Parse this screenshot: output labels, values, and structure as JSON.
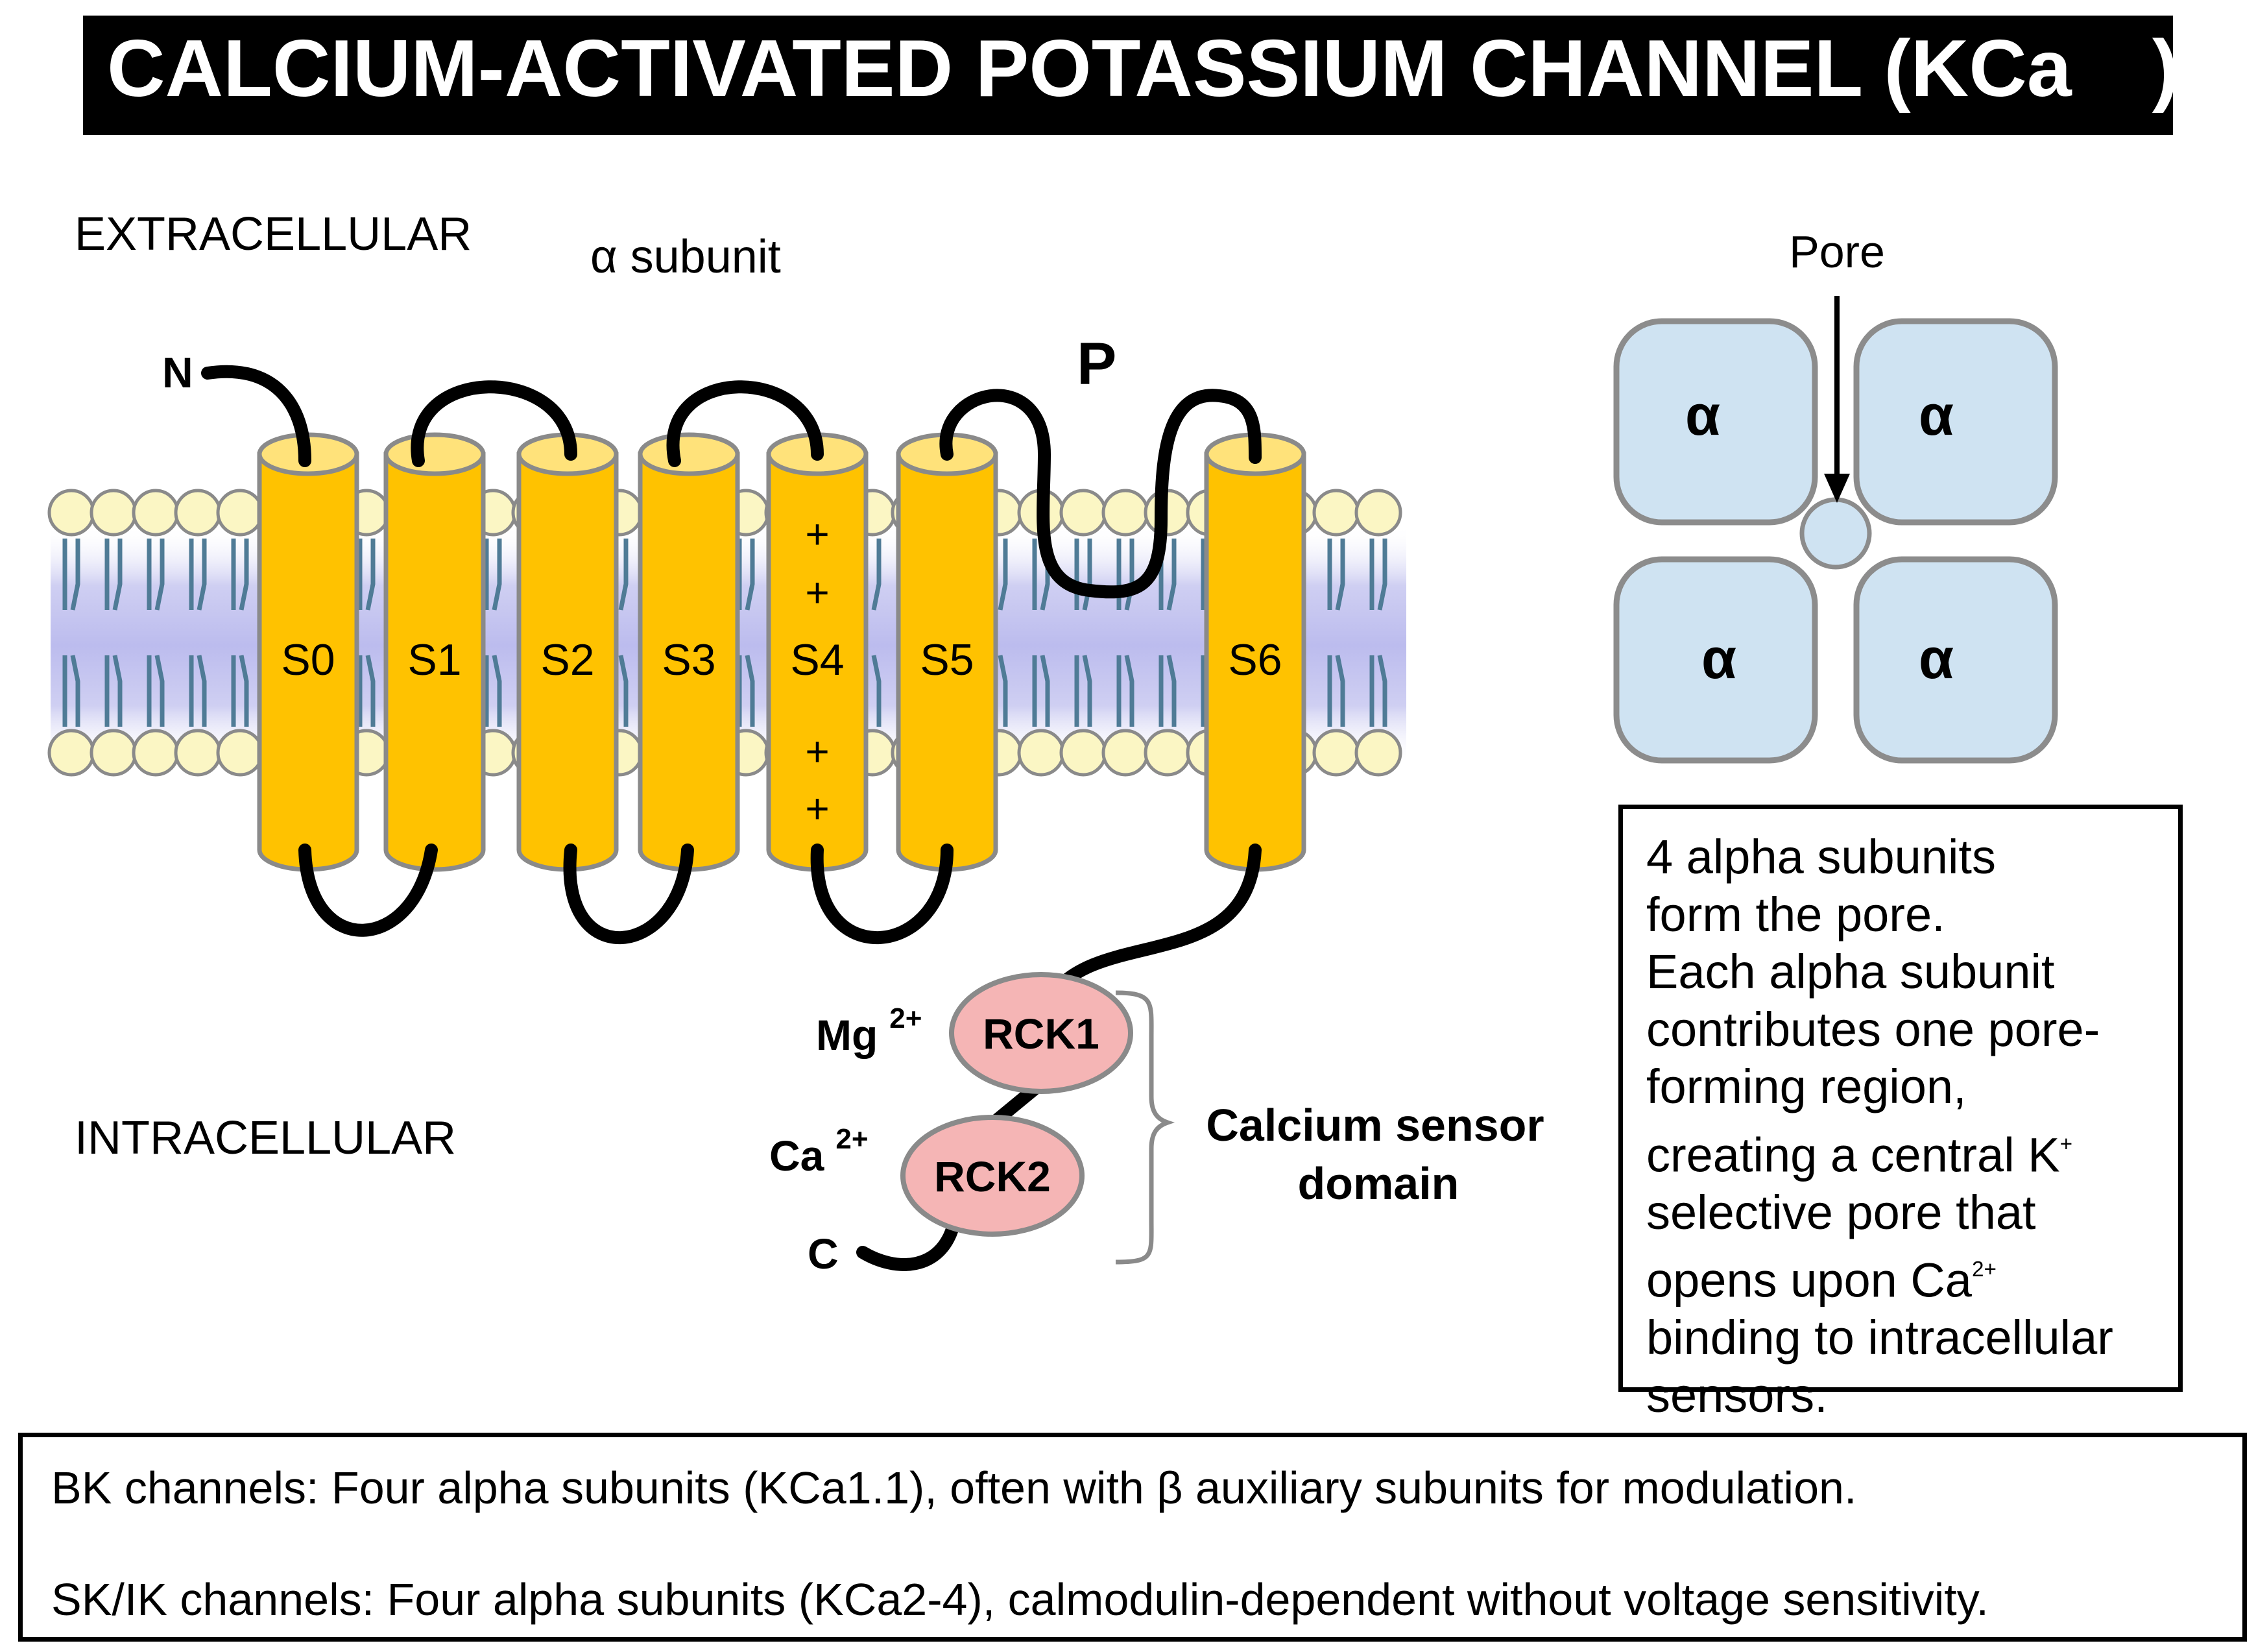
{
  "title": "CALCIUM-ACTIVATED POTASSIUM CHANNEL (KCa )",
  "labels": {
    "extracellular": "EXTRACELLULAR",
    "intracellular": "INTRACELLULAR",
    "alpha_subunit": "α subunit",
    "n_terminus": "N",
    "c_terminus": "C",
    "p_loop": "P",
    "pore": "Pore"
  },
  "segments": [
    "S0",
    "S1",
    "S2",
    "S3",
    "S4",
    "S5",
    "S6"
  ],
  "s4_charges": [
    "+",
    "+",
    "+",
    "+"
  ],
  "rck": {
    "rck1": "RCK1",
    "rck2": "RCK2",
    "mg_ion": "Mg",
    "mg_charge": "2+",
    "ca_ion": "Ca",
    "ca_charge": "2+",
    "sensor_line1": "Calcium sensor",
    "sensor_line2": "domain"
  },
  "tetramer": {
    "subunit_label": "α"
  },
  "info_box": {
    "lines": [
      "4 alpha subunits",
      "form the pore.",
      "Each alpha subunit",
      "contributes one pore-",
      "forming region,",
      "creating a central K",
      "selective pore that",
      "opens upon Ca",
      "binding to intracellular",
      "sensors."
    ],
    "k_superscript": "+",
    "ca_superscript": "2+"
  },
  "bottom_box": {
    "bk": "BK channels: Four alpha subunits (KCa1.1), often with β auxiliary subunits for modulation.",
    "sk": "SK/IK channels: Four alpha subunits (KCa2-4), calmodulin-dependent without voltage sensitivity."
  },
  "colors": {
    "helix_fill": "#ffc200",
    "helix_top": "#ffe27a",
    "helix_outline": "#8a8a8a",
    "lipid_head": "#fbf6c4",
    "lipid_tail": "#4f7b96",
    "membrane_band": "#d8d8f4",
    "rck_fill": "#f5b5b5",
    "subunit_fill": "#cfe3f2",
    "subunit_outline": "#8c8c8c",
    "loop": "#000000",
    "title_bg": "#000000",
    "title_fg": "#ffffff"
  }
}
